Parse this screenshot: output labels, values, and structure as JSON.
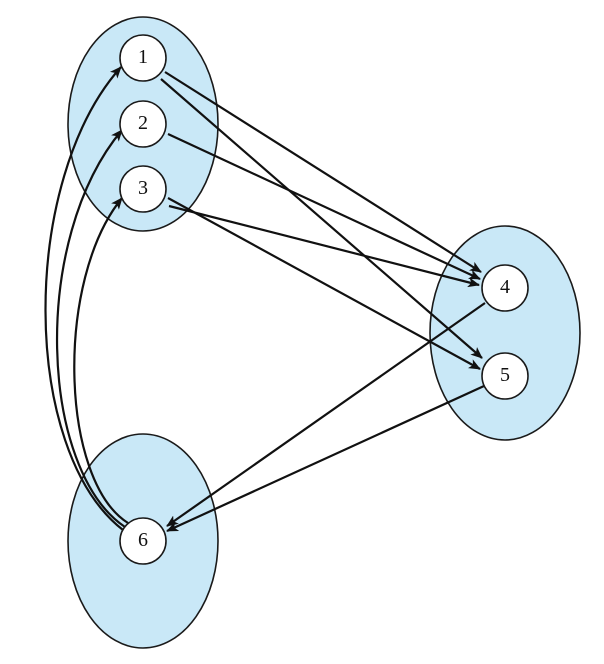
{
  "diagram": {
    "colors": {
      "group_fill": "#c9e8f7",
      "outline": "#1a1a1a",
      "node_fill": "#ffffff",
      "arrow": "#111111"
    },
    "groups": [
      {
        "id": "left-top",
        "members": [
          "1",
          "2",
          "3"
        ]
      },
      {
        "id": "right",
        "members": [
          "4",
          "5"
        ]
      },
      {
        "id": "left-bottom",
        "members": [
          "6"
        ]
      }
    ],
    "nodes": [
      {
        "id": "n1",
        "label": "1"
      },
      {
        "id": "n2",
        "label": "2"
      },
      {
        "id": "n3",
        "label": "3"
      },
      {
        "id": "n4",
        "label": "4"
      },
      {
        "id": "n5",
        "label": "5"
      },
      {
        "id": "n6",
        "label": "6"
      }
    ],
    "edges": [
      {
        "from": "1",
        "to": "4"
      },
      {
        "from": "1",
        "to": "5"
      },
      {
        "from": "2",
        "to": "4"
      },
      {
        "from": "3",
        "to": "4"
      },
      {
        "from": "3",
        "to": "5"
      },
      {
        "from": "4",
        "to": "6"
      },
      {
        "from": "5",
        "to": "6"
      },
      {
        "from": "6",
        "to": "1"
      },
      {
        "from": "6",
        "to": "2"
      },
      {
        "from": "6",
        "to": "3"
      }
    ]
  }
}
